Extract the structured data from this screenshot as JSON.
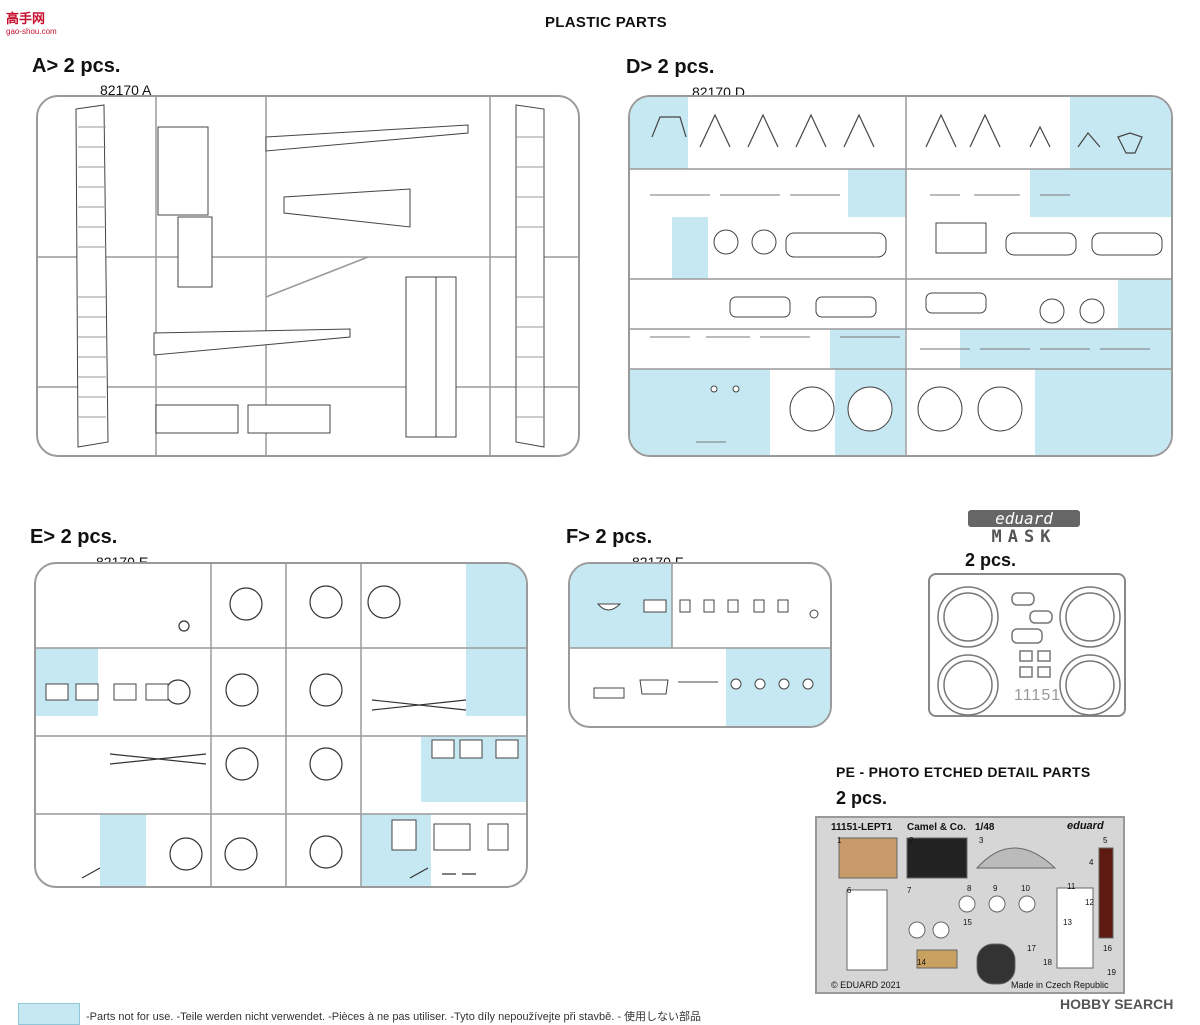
{
  "header": {
    "logo_text": "高手网",
    "logo_sub": "gao-shou.com",
    "title": "PLASTIC PARTS"
  },
  "sprues": {
    "A": {
      "label": "A> 2 pcs.",
      "code": "82170 A"
    },
    "D": {
      "label": "D> 2 pcs.",
      "code": "82170 D"
    },
    "E": {
      "label": "E> 2 pcs.",
      "code": "82170 E"
    },
    "F": {
      "label": "F> 2 pcs.",
      "code": "82170 F"
    }
  },
  "mask": {
    "brand": "eduard",
    "word": "MASK",
    "qty": "2 pcs.",
    "code": "11151"
  },
  "pe": {
    "title": "PE - PHOTO ETCHED DETAIL PARTS",
    "qty": "2 pcs.",
    "sheet_id": "11151-LEPT1",
    "sheet_name": "Camel & Co.",
    "scale": "1/48",
    "brand": "eduard",
    "copyright": "© EDUARD 2021",
    "made_in": "Made in Czech Republic",
    "part_numbers": [
      "1",
      "2",
      "3",
      "4",
      "5",
      "6",
      "7",
      "8",
      "9",
      "10",
      "11",
      "12",
      "13",
      "14",
      "15",
      "16",
      "17",
      "18",
      "19"
    ]
  },
  "footer": {
    "note": "-Parts not for use. -Teile werden nicht verwendet. -Pièces à ne pas utiliser. -Tyto díly nepoužívejte při stavbě. -   使用しない部品",
    "watermark": "HOBBY SEARCH"
  },
  "colors": {
    "unused_fill": "#c6e8f2",
    "sprue_line": "#9a9a9a"
  }
}
